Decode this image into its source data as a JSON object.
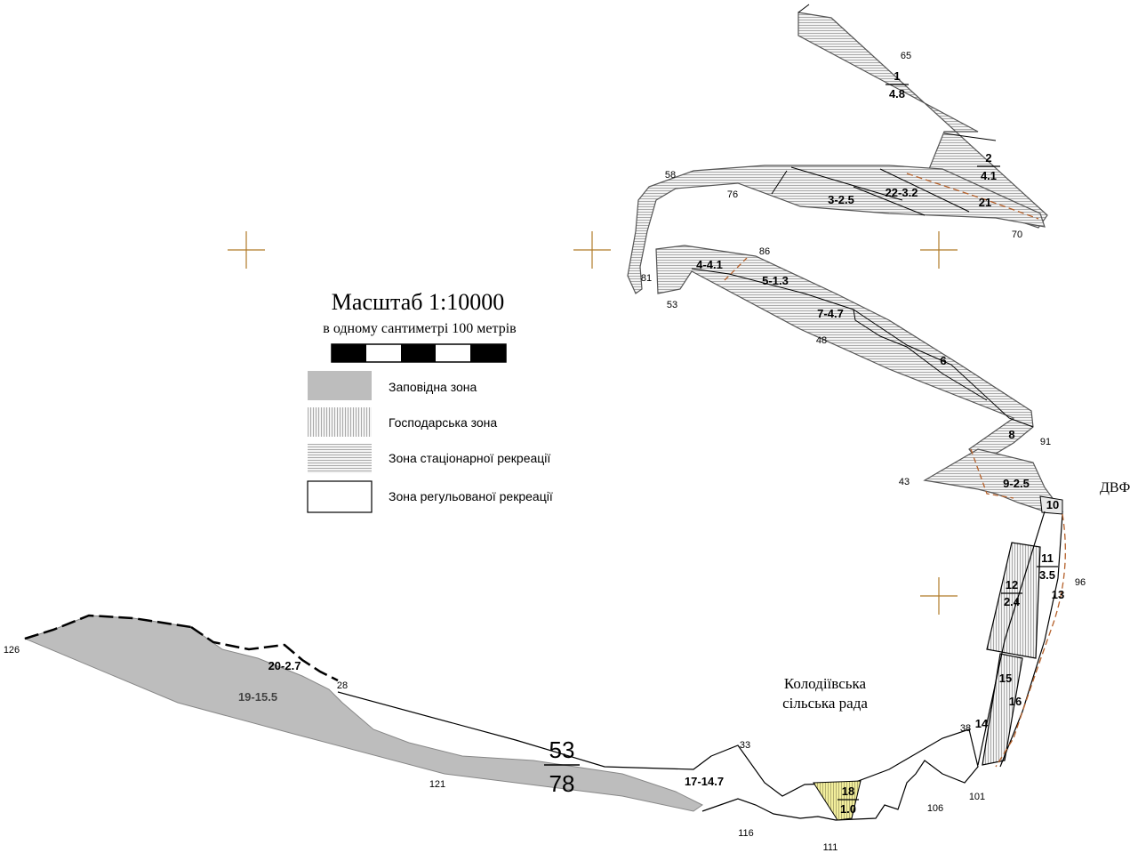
{
  "legend": {
    "scale_title": "Масштаб  1:10000",
    "scale_subtitle": "в одному сантиметрі 100 метрів",
    "items": [
      {
        "label": "Заповідна зона",
        "fill": "#bdbdbd"
      },
      {
        "label": "Господарська зона",
        "fill": "vertical-hatch"
      },
      {
        "label": "Зона стаціонарної рекреації",
        "fill": "horizontal-hatch"
      },
      {
        "label": "Зона регульованої рекреації",
        "fill": "#ffffff"
      }
    ]
  },
  "place_labels": {
    "dvf": "ДВФ",
    "council_line1": "Колодіївська",
    "council_line2": "сільська рада"
  },
  "plots": {
    "p1_num": "1",
    "p1_area": "4.8",
    "p2_num": "2",
    "p2_area": "4.1",
    "p3": "3-2.5",
    "p22": "22-3.2",
    "p21": "21",
    "p4": "4-4.1",
    "p5": "5-1.3",
    "p7": "7-4.7",
    "p6": "6",
    "p8": "8",
    "p9": "9-2.5",
    "p10": "10",
    "p11_num": "11",
    "p11_area": "3.5",
    "p12_num": "12",
    "p12_area": "2.4",
    "p13": "13",
    "p15": "15",
    "p16": "16",
    "p14": "14",
    "p18_num": "18",
    "p18_area": "1.0",
    "p17": "17-14.7",
    "p19": "19-15.5",
    "p20": "20-2.7",
    "big_num": "53",
    "big_den": "78"
  },
  "points": {
    "n65": "65",
    "n58": "58",
    "n76": "76",
    "n70": "70",
    "n86": "86",
    "n81": "81",
    "n53": "53",
    "n48": "48",
    "n91": "91",
    "n43": "43",
    "n96": "96",
    "n38": "38",
    "n101": "101",
    "n106": "106",
    "n111": "111",
    "n116": "116",
    "n33": "33",
    "n121": "121",
    "n28": "28",
    "n126": "126"
  },
  "colors": {
    "grid_cross": "#b07a28",
    "boundary_dashed": "#b5602a",
    "reserve": "#bdbdbd",
    "plot18": "#f2ee9c",
    "outline": "#000000"
  }
}
